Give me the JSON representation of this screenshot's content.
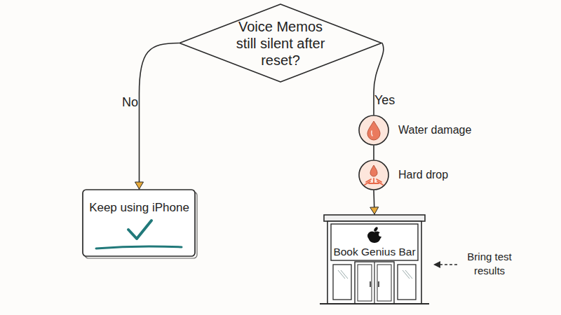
{
  "diagram": {
    "nodes": [
      {
        "text": [
          "Voice Memos still silent after reset?"
        ]
      },
      {
        "text": [
          "Keep using iPhone"
        ]
      },
      {
        "text": [
          "Water damage"
        ]
      },
      {
        "text": [
          "Hard drop"
        ]
      },
      {
        "text": [
          "Book Genius Bar"
        ]
      }
    ],
    "edges": [
      {
        "from": 0,
        "to": 1,
        "label": "No",
        "arrow": "to"
      },
      {
        "from": 0,
        "to": 2,
        "label": "Yes",
        "arrow": "none"
      },
      {
        "from": 2,
        "to": 3,
        "arrow": "none"
      },
      {
        "from": 3,
        "to": 4,
        "arrow": "to"
      }
    ],
    "labels": [
      "Bring test results"
    ]
  }
}
